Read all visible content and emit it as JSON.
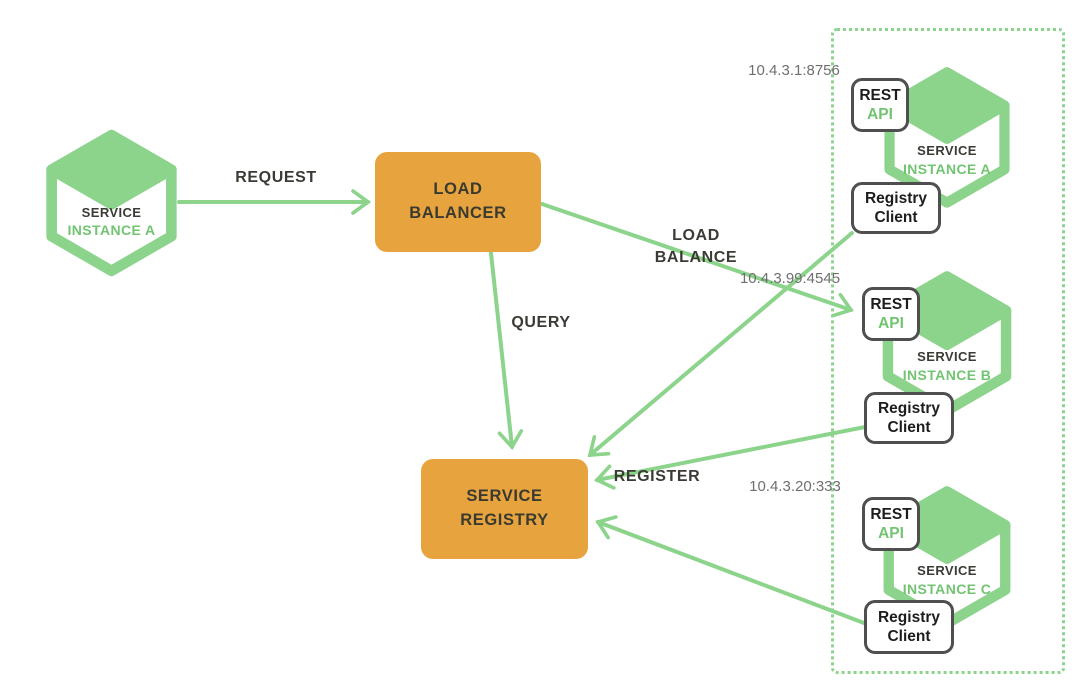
{
  "colors": {
    "green": "#8CD38C",
    "green_text": "#72C472",
    "orange": "#E7A43E",
    "dark_text": "#3B3B35",
    "gray_text": "#6F6F6F",
    "box_border": "#4F4F4F"
  },
  "client_instance": {
    "service": "SERVICE",
    "instance": "INSTANCE A"
  },
  "load_balancer": {
    "label": "LOAD\nBALANCER"
  },
  "service_registry": {
    "label": "SERVICE\nREGISTRY"
  },
  "edge_labels": {
    "request": "REQUEST",
    "query": "QUERY",
    "load_balance": "LOAD\nBALANCE",
    "register": "REGISTER"
  },
  "instances": [
    {
      "ip": "10.4.3.1:8756",
      "rest": "REST",
      "api": "API",
      "registry_client": "Registry\nClient",
      "service": "SERVICE",
      "instance": "INSTANCE A"
    },
    {
      "ip": "10.4.3.99:4545",
      "rest": "REST",
      "api": "API",
      "registry_client": "Registry\nClient",
      "service": "SERVICE",
      "instance": "INSTANCE B"
    },
    {
      "ip": "10.4.3.20:333",
      "rest": "REST",
      "api": "API",
      "registry_client": "Registry\nClient",
      "service": "SERVICE",
      "instance": "INSTANCE C"
    }
  ]
}
